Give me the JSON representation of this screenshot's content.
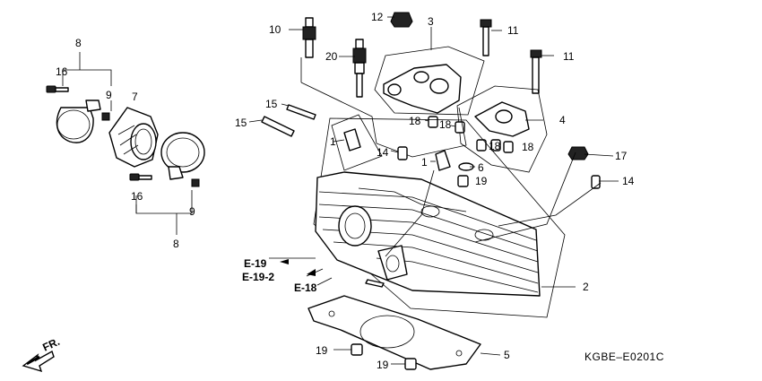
{
  "diagram": {
    "code": "KGBE–E0201C",
    "direction_label": "FR.",
    "labels": {
      "p1a": "1",
      "p1b": "1",
      "p2": "2",
      "p3": "3",
      "p4": "4",
      "p5": "5",
      "p6": "6",
      "p7": "7",
      "p8a": "8",
      "p8b": "8",
      "p9a": "9",
      "p9b": "9",
      "p10": "10",
      "p11a": "11",
      "p11b": "11",
      "p12": "12",
      "p14a": "14",
      "p14b": "14",
      "p15a": "15",
      "p15b": "15",
      "p16a": "16",
      "p16b": "16",
      "p17": "17",
      "p18a": "18",
      "p18b": "18",
      "p18c": "18",
      "p18d": "18",
      "p19a": "19",
      "p19b": "19",
      "p19c": "19",
      "p20": "20"
    },
    "refs": {
      "e19": "E-19",
      "e192": "E-19-2",
      "e18": "E-18"
    }
  }
}
